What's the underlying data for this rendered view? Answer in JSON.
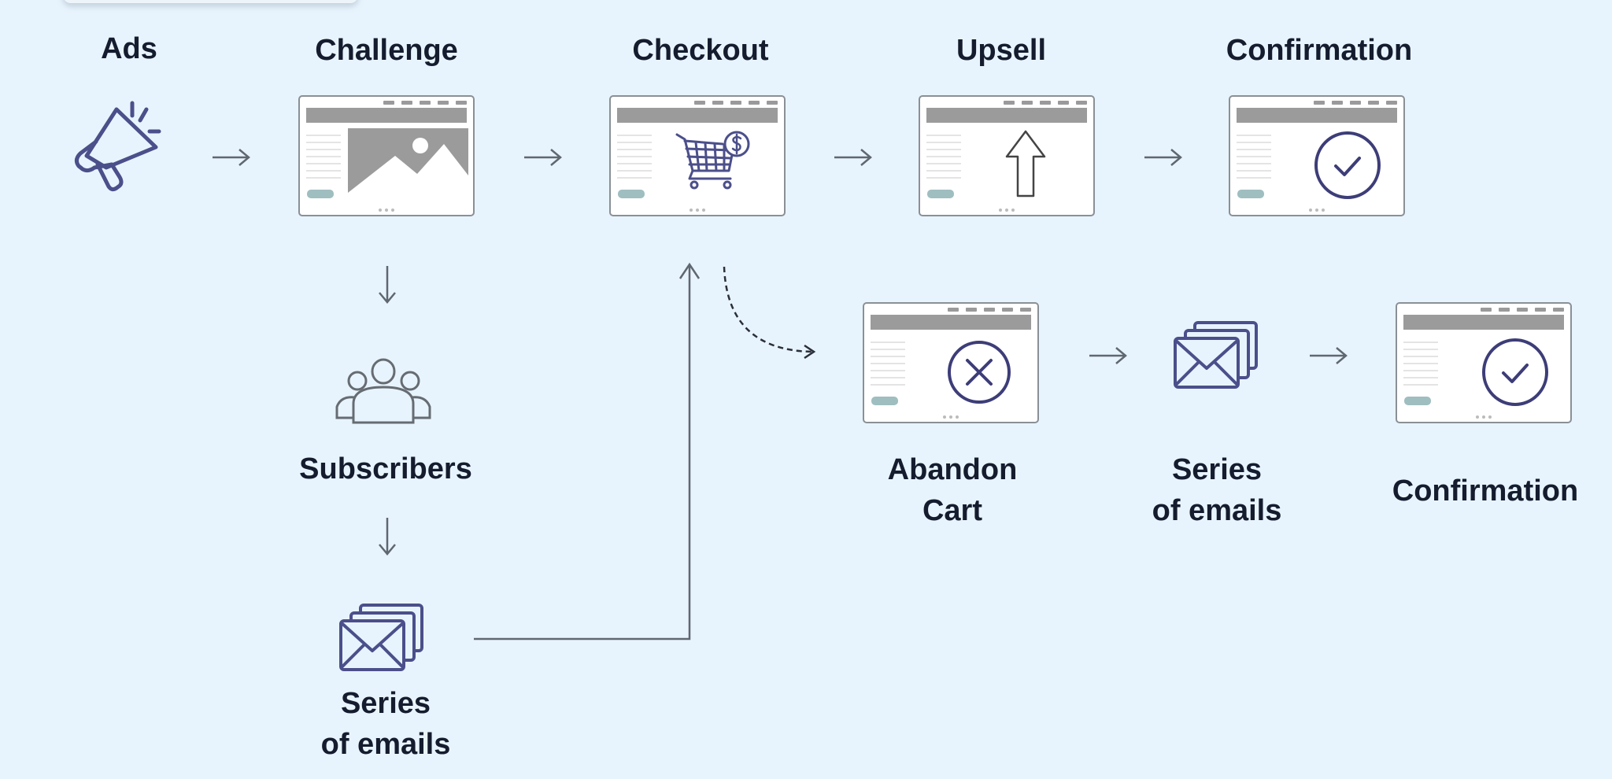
{
  "diagram": {
    "title": "Sales funnel with email follow-up",
    "colors": {
      "background": "#e8f4fd",
      "icon": "#4b4f8a",
      "text": "#141c2e",
      "arrow": "#5f6770",
      "card_border": "#8a9096",
      "banner": "#9b9b9b",
      "button": "#9fbec0"
    },
    "top_row": [
      {
        "id": "ads",
        "label": "Ads",
        "icon": "megaphone-icon"
      },
      {
        "id": "challenge",
        "label": "Challenge",
        "icon": "image-landscape-icon"
      },
      {
        "id": "checkout",
        "label": "Checkout",
        "icon": "shopping-cart-dollar-icon"
      },
      {
        "id": "upsell",
        "label": "Upsell",
        "icon": "up-arrow-icon"
      },
      {
        "id": "confirmation",
        "label": "Confirmation",
        "icon": "check-circle-icon"
      }
    ],
    "left_column": [
      {
        "id": "subscribers",
        "label": "Subscribers",
        "icon": "users-group-icon"
      },
      {
        "id": "series-of-emails-left",
        "label_line1": "Series",
        "label_line2": "of emails",
        "icon": "stacked-envelopes-icon"
      }
    ],
    "bottom_row": [
      {
        "id": "abandon-cart",
        "label_line1": "Abandon",
        "label_line2": "Cart",
        "icon": "x-circle-icon"
      },
      {
        "id": "series-of-emails-right",
        "label_line1": "Series",
        "label_line2": "of emails",
        "icon": "stacked-envelopes-icon"
      },
      {
        "id": "confirmation-bottom",
        "label": "Confirmation",
        "icon": "check-circle-icon"
      }
    ],
    "connections": [
      {
        "from": "ads",
        "to": "challenge",
        "style": "solid"
      },
      {
        "from": "challenge",
        "to": "checkout",
        "style": "solid"
      },
      {
        "from": "checkout",
        "to": "upsell",
        "style": "solid"
      },
      {
        "from": "upsell",
        "to": "confirmation",
        "style": "solid"
      },
      {
        "from": "challenge",
        "to": "subscribers",
        "style": "solid"
      },
      {
        "from": "subscribers",
        "to": "series-of-emails-left",
        "style": "solid"
      },
      {
        "from": "series-of-emails-left",
        "to": "checkout",
        "style": "solid"
      },
      {
        "from": "checkout",
        "to": "abandon-cart",
        "style": "dashed"
      },
      {
        "from": "abandon-cart",
        "to": "series-of-emails-right",
        "style": "solid"
      },
      {
        "from": "series-of-emails-right",
        "to": "confirmation-bottom",
        "style": "solid"
      }
    ]
  }
}
